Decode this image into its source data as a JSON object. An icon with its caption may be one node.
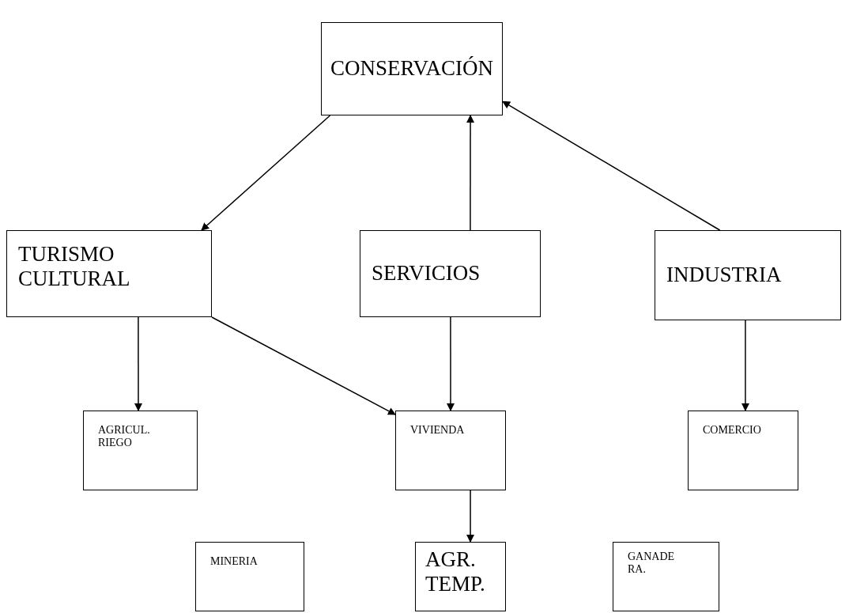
{
  "diagram": {
    "nodes": [
      {
        "text": [
          "CONSERVACIÓN"
        ]
      },
      {
        "text": [
          "TURISMO CULTURAL"
        ]
      },
      {
        "text": [
          "SERVICIOS"
        ]
      },
      {
        "text": [
          "INDUSTRIA"
        ]
      },
      {
        "text": [
          "AGRICUL. RIEGO"
        ]
      },
      {
        "text": [
          "VIVIENDA"
        ]
      },
      {
        "text": [
          "COMERCIO"
        ]
      },
      {
        "text": [
          "MINERIA"
        ]
      },
      {
        "text": [
          "AGR. TEMP."
        ]
      },
      {
        "text": [
          "GANADE RA."
        ]
      }
    ],
    "edges": [
      {
        "from": 0,
        "to": 1,
        "arrow": "to"
      },
      {
        "from": 2,
        "to": 0,
        "arrow": "to"
      },
      {
        "from": 3,
        "to": 0,
        "arrow": "to"
      },
      {
        "from": 1,
        "to": 4,
        "arrow": "to"
      },
      {
        "from": 1,
        "to": 5,
        "arrow": "to"
      },
      {
        "from": 2,
        "to": 5,
        "arrow": "to"
      },
      {
        "from": 3,
        "to": 6,
        "arrow": "to"
      },
      {
        "from": 5,
        "to": 8,
        "arrow": "to"
      }
    ]
  }
}
